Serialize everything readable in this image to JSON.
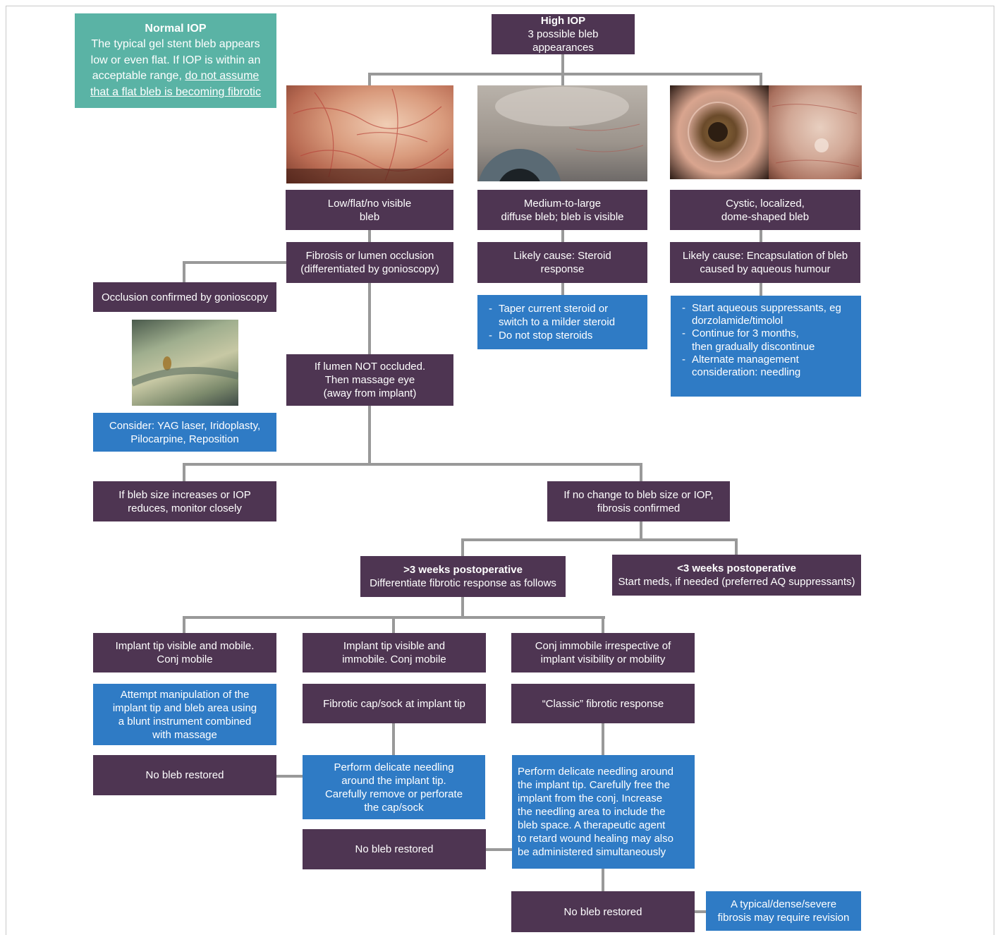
{
  "normal_iop": {
    "title": "Normal IOP",
    "line1": "The typical gel stent bleb appears",
    "line2": "low or even flat. If IOP is within an",
    "line3_pre": "acceptable range, ",
    "line3_u": "do not assume",
    "line4_u": "that a flat bleb is becoming fibrotic"
  },
  "high_iop": {
    "title": "High IOP",
    "subtitle": "3 possible bleb appearances"
  },
  "col1": {
    "appearance": [
      "Low/flat/no visible",
      "bleb"
    ],
    "cause": [
      "Fibrosis or lumen occlusion",
      "(differentiated by gonioscopy)"
    ],
    "occlusion": "Occlusion confirmed by gonioscopy",
    "consider": [
      "Consider: YAG laser, Iridoplasty,",
      "Pilocarpine, Reposition"
    ],
    "not_occluded": [
      "If lumen NOT occluded.",
      "Then massage eye",
      "(away from implant)"
    ],
    "monitor": [
      "If bleb size increases or IOP",
      "reduces, monitor closely"
    ],
    "fibrosis": [
      "If no change to bleb size or IOP,",
      "fibrosis confirmed"
    ]
  },
  "col2": {
    "appearance": [
      "Medium-to-large",
      "diffuse bleb; bleb is visible"
    ],
    "cause": [
      "Likely cause: Steroid",
      "response"
    ],
    "actions": [
      "Taper current steroid or",
      "switch to a milder steroid",
      "Do not stop steroids"
    ]
  },
  "col3": {
    "appearance": [
      "Cystic, localized,",
      "dome-shaped bleb"
    ],
    "cause": [
      "Likely cause: Encapsulation of bleb",
      "caused by aqueous humour"
    ],
    "actions": [
      "Start aqueous suppressants, eg",
      "dorzolamide/timolol",
      "Continue for 3 months,",
      "then gradually discontinue",
      "Alternate management",
      "consideration: needling"
    ]
  },
  "weeks_gt3": {
    "title": ">3 weeks postoperative",
    "subtitle": "Differentiate fibrotic response as follows"
  },
  "weeks_lt3": {
    "title": "<3 weeks postoperative",
    "subtitle": "Start meds, if needed (preferred AQ suppressants)"
  },
  "branch_a": {
    "header": [
      "Implant tip visible and mobile.",
      "Conj mobile"
    ],
    "action": [
      "Attempt manipulation of the",
      "implant tip and bleb area using",
      "a blunt instrument combined",
      "with massage"
    ],
    "result": "No bleb restored"
  },
  "branch_b": {
    "header": [
      "Implant tip visible and",
      "immobile. Conj mobile"
    ],
    "finding": "Fibrotic cap/sock at implant tip",
    "action": [
      "Perform delicate needling",
      "around the implant tip.",
      "Carefully remove or perforate",
      "the cap/sock"
    ],
    "result": "No bleb restored"
  },
  "branch_c": {
    "header": [
      "Conj immobile irrespective of",
      "implant visibility or mobility"
    ],
    "finding": "“Classic” fibrotic response",
    "action": [
      "Perform delicate needling around",
      "the implant tip. Carefully free the",
      "implant from the conj. Increase",
      "the needling area to include the",
      "bleb space. A therapeutic agent",
      "to retard wound healing may also",
      "be administered simultaneously"
    ],
    "result": "No bleb restored",
    "revision": [
      "A typical/dense/severe",
      "fibrosis may require revision"
    ]
  },
  "colors": {
    "purple": "#4e3552",
    "blue": "#2f7bc5",
    "teal": "#5ab3a5",
    "connector": "#999999"
  }
}
